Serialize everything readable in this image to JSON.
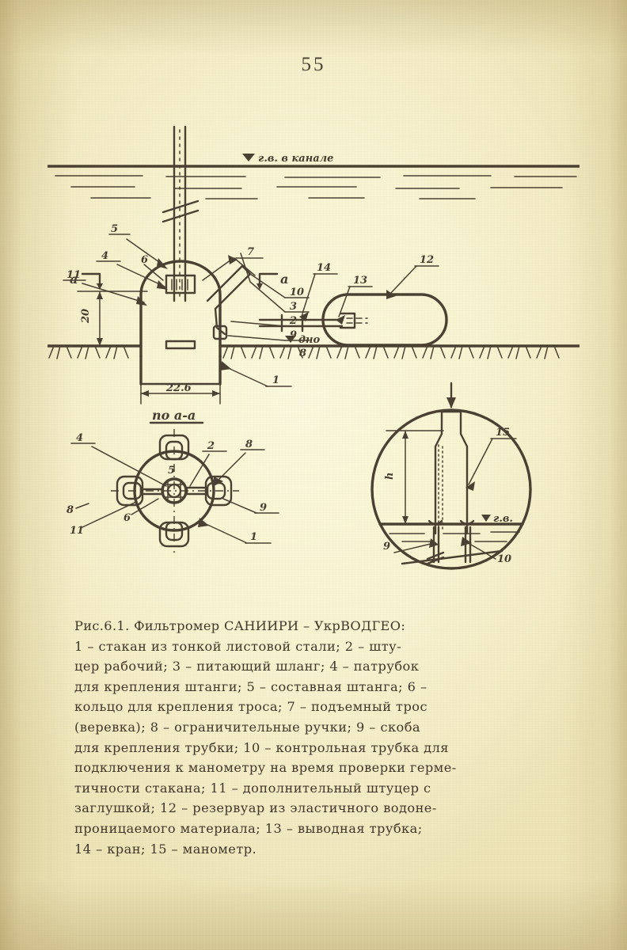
{
  "page": {
    "number": "55",
    "background_color": "#f7f3d0",
    "ink_color": "#40372a"
  },
  "figure": {
    "id": "Рис.6.1",
    "labels": {
      "water_level_canal": "г.в. в канале",
      "bottom_level": "дно",
      "water_level_detail": "г.в.",
      "section_marker_left": "а",
      "section_marker_right": "а",
      "section_view_title": "по а-а",
      "dimension_height": "20",
      "dimension_width": "22.6",
      "dimension_head": "h"
    },
    "callouts_main_view": [
      "5",
      "7",
      "4",
      "11",
      "6",
      "10",
      "3",
      "2",
      "9",
      "1",
      "8",
      "14",
      "13",
      "12"
    ],
    "callouts_plan_view": [
      "4",
      "8",
      "11",
      "6",
      "5",
      "2",
      "8",
      "9",
      "1"
    ],
    "callouts_detail_view": [
      "15",
      "9",
      "10"
    ]
  },
  "caption": {
    "lines": [
      "Рис.6.1. Фильтромер САНИИРИ – УкрВОДГЕО:",
      "1 – стакан из тонкой листовой стали; 2 – шту-",
      "цер рабочий; 3 – питающий шланг; 4 – патрубок",
      "для крепления штанги; 5 – составная штанга; 6 –",
      "кольцо для крепления троса; 7 – подъемный трос",
      "(веревка); 8 – ограничительные ручки; 9 – скоба",
      "для крепления трубки; 10 – контрольная трубка для",
      "подключения к манометру на время проверки герме-",
      "тичности стакана; 11 – дополнительный штуцер с",
      "заглушкой; 12 – резервуар из эластичного водоне-",
      "проницаемого материала; 13 – выводная трубка;",
      "14 – кран; 15 – манометр."
    ]
  }
}
